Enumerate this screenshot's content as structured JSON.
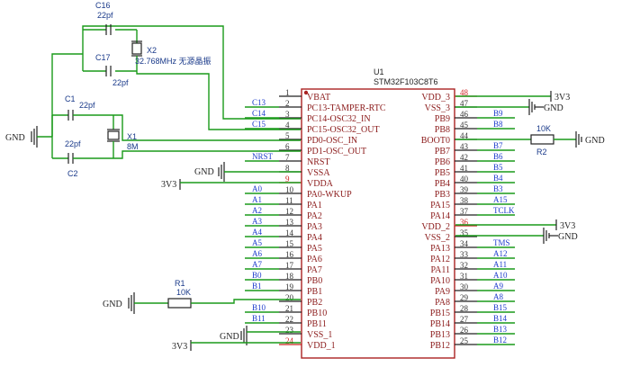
{
  "chip": {
    "ref": "U1",
    "part": "STM32F103C8T6",
    "left_pins": [
      {
        "num": "1",
        "name": "VBAT",
        "red": false
      },
      {
        "num": "2",
        "name": "PC13-TAMPER-RTC",
        "red": false
      },
      {
        "num": "3",
        "name": "PC14-OSC32_IN",
        "red": false
      },
      {
        "num": "4",
        "name": "PC15-OSC32_OUT",
        "red": false
      },
      {
        "num": "5",
        "name": "PD0-OSC_IN",
        "red": false
      },
      {
        "num": "6",
        "name": "PD1-OSC_OUT",
        "red": false
      },
      {
        "num": "7",
        "name": "NRST",
        "red": false
      },
      {
        "num": "8",
        "name": "VSSA",
        "red": false
      },
      {
        "num": "9",
        "name": "VDDA",
        "red": true
      },
      {
        "num": "10",
        "name": "PA0-WKUP",
        "red": false
      },
      {
        "num": "11",
        "name": "PA1",
        "red": false
      },
      {
        "num": "12",
        "name": "PA2",
        "red": false
      },
      {
        "num": "13",
        "name": "PA3",
        "red": false
      },
      {
        "num": "14",
        "name": "PA4",
        "red": false
      },
      {
        "num": "15",
        "name": "PA5",
        "red": false
      },
      {
        "num": "16",
        "name": "PA6",
        "red": false
      },
      {
        "num": "17",
        "name": "PA7",
        "red": false
      },
      {
        "num": "18",
        "name": "PB0",
        "red": false
      },
      {
        "num": "19",
        "name": "PB1",
        "red": false
      },
      {
        "num": "20",
        "name": "PB2",
        "red": false
      },
      {
        "num": "21",
        "name": "PB10",
        "red": false
      },
      {
        "num": "22",
        "name": "PB11",
        "red": false
      },
      {
        "num": "23",
        "name": "VSS_1",
        "red": false
      },
      {
        "num": "24",
        "name": "VDD_1",
        "red": true
      }
    ],
    "right_pins": [
      {
        "num": "48",
        "name": "VDD_3",
        "red": true
      },
      {
        "num": "47",
        "name": "VSS_3",
        "red": false
      },
      {
        "num": "46",
        "name": "PB9",
        "red": false
      },
      {
        "num": "45",
        "name": "PB8",
        "red": false
      },
      {
        "num": "44",
        "name": "BOOT0",
        "red": false
      },
      {
        "num": "43",
        "name": "PB7",
        "red": false
      },
      {
        "num": "42",
        "name": "PB6",
        "red": false
      },
      {
        "num": "41",
        "name": "PB5",
        "red": false
      },
      {
        "num": "40",
        "name": "PB4",
        "red": false
      },
      {
        "num": "39",
        "name": "PB3",
        "red": false
      },
      {
        "num": "38",
        "name": "PA15",
        "red": false
      },
      {
        "num": "37",
        "name": "PA14",
        "red": false
      },
      {
        "num": "36",
        "name": "VDD_2",
        "red": true
      },
      {
        "num": "35",
        "name": "VSS_2",
        "red": false
      },
      {
        "num": "34",
        "name": "PA13",
        "red": false
      },
      {
        "num": "33",
        "name": "PA12",
        "red": false
      },
      {
        "num": "32",
        "name": "PA11",
        "red": false
      },
      {
        "num": "31",
        "name": "PA10",
        "red": false
      },
      {
        "num": "30",
        "name": "PA9",
        "red": false
      },
      {
        "num": "29",
        "name": "PA8",
        "red": false
      },
      {
        "num": "28",
        "name": "PB15",
        "red": false
      },
      {
        "num": "27",
        "name": "PB14",
        "red": false
      },
      {
        "num": "26",
        "name": "PB13",
        "red": false
      },
      {
        "num": "25",
        "name": "PB12",
        "red": false
      }
    ]
  },
  "left_nets": {
    "2": "C13",
    "3": "C14",
    "4": "C15",
    "7": "NRST",
    "10": "A0",
    "11": "A1",
    "12": "A2",
    "13": "A3",
    "14": "A4",
    "15": "A5",
    "16": "A6",
    "17": "A7",
    "18": "B0",
    "19": "B1",
    "21": "B10",
    "22": "B11"
  },
  "right_nets": {
    "46": "B9",
    "45": "B8",
    "43": "B7",
    "42": "B6",
    "41": "B5",
    "40": "B4",
    "39": "B3",
    "38": "A15",
    "37": "TCLK",
    "34": "TMS",
    "33": "A12",
    "32": "A11",
    "31": "A10",
    "30": "A9",
    "29": "A8",
    "28": "B15",
    "27": "B14",
    "26": "B13",
    "25": "B12"
  },
  "components": {
    "c16": {
      "ref": "C16",
      "value": "22pf"
    },
    "c17": {
      "ref": "C17",
      "value": "22pf"
    },
    "x2": {
      "ref": "X2",
      "value": "32.768MHz 无源晶振"
    },
    "c1": {
      "ref": "C1",
      "value": "22pf"
    },
    "c2": {
      "ref": "C2",
      "value": "22pf"
    },
    "x1": {
      "ref": "X1",
      "value": "8M"
    },
    "r1": {
      "ref": "R1",
      "value": "10K"
    },
    "r2": {
      "ref": "R2",
      "value": "10K"
    }
  },
  "power": {
    "gnd": "GND",
    "vcc": "3V3"
  },
  "colors": {
    "wire": "#1a9a1a",
    "net_label": "#1e3ccc",
    "pin_name": "#8b1a1a",
    "power_pin": "#cc2222"
  }
}
